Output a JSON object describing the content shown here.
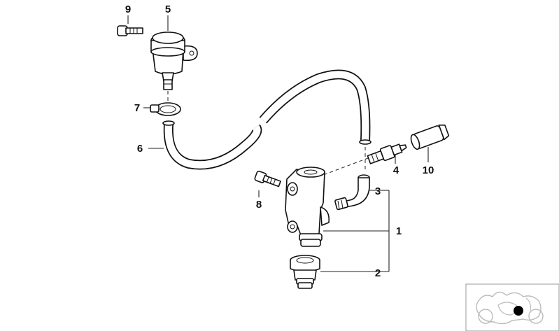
{
  "callouts": [
    {
      "id": "c9",
      "label": "9"
    },
    {
      "id": "c5",
      "label": "5"
    },
    {
      "id": "c7",
      "label": "7"
    },
    {
      "id": "c6",
      "label": "6"
    },
    {
      "id": "c8",
      "label": "8"
    },
    {
      "id": "c4",
      "label": "4"
    },
    {
      "id": "c10",
      "label": "10"
    },
    {
      "id": "c3",
      "label": "3"
    },
    {
      "id": "c1",
      "label": "1"
    },
    {
      "id": "c2",
      "label": "2"
    }
  ]
}
